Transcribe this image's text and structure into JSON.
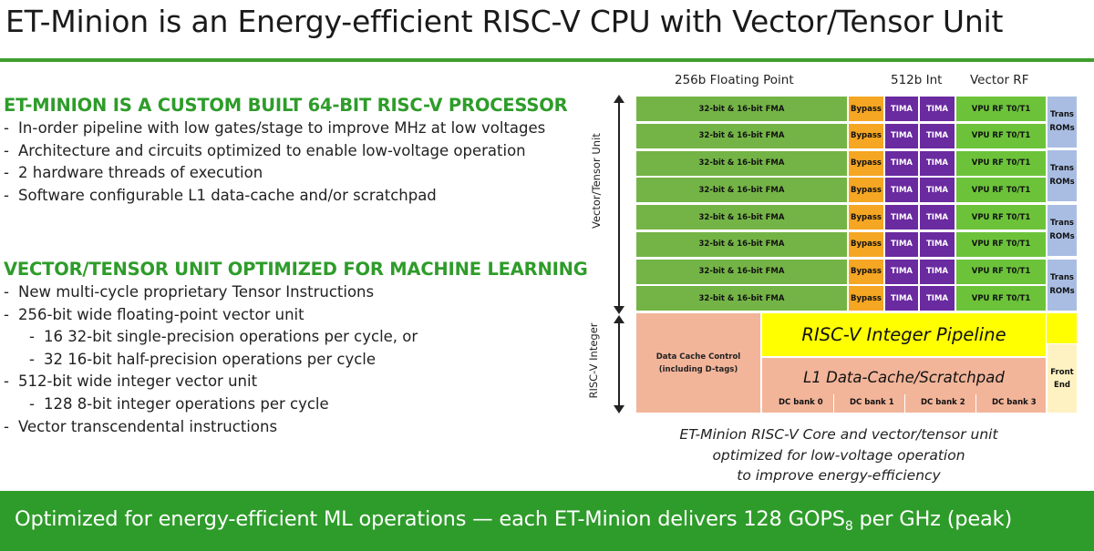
{
  "title": "ET-Minion is an Energy-efficient RISC-V CPU with Vector/Tensor Unit",
  "section1": {
    "heading": "ET-MINION IS A CUSTOM BUILT 64-BIT RISC-V PROCESSOR",
    "items": [
      "In-order pipeline with low gates/stage to improve MHz at low voltages",
      "Architecture and circuits optimized to enable low-voltage operation",
      "2 hardware threads of execution",
      "Software configurable L1 data-cache and/or scratchpad"
    ]
  },
  "section2": {
    "heading": "VECTOR/TENSOR UNIT OPTIMIZED FOR MACHINE LEARNING",
    "items": [
      {
        "text": "New multi-cycle proprietary Tensor Instructions",
        "level": 0
      },
      {
        "text": "256-bit wide floating-point vector unit",
        "level": 0
      },
      {
        "text": "16 32-bit single-precision operations per cycle, or",
        "level": 1
      },
      {
        "text": "32 16-bit half-precision operations per cycle",
        "level": 1
      },
      {
        "text": "512-bit wide integer vector unit",
        "level": 0
      },
      {
        "text": "128 8-bit integer operations per cycle",
        "level": 1
      },
      {
        "text": "Vector transcendental instructions",
        "level": 0
      }
    ]
  },
  "diagram": {
    "col_heads": {
      "fp": "256b Floating Point",
      "int": "512b Int",
      "rf": "Vector RF"
    },
    "side_labels": {
      "vector": "Vector/Tensor Unit",
      "integer": "RISC-V Integer"
    },
    "row_cells": {
      "fma": "32-bit & 16-bit FMA",
      "bypass": "Bypass",
      "tima": "TIMA",
      "vpu": "VPU RF T0/T1"
    },
    "row_count": 8,
    "trans": {
      "line1": "Trans",
      "line2": "ROMs"
    },
    "dcc": {
      "line1": "Data Cache Control",
      "line2": "(including D-tags)"
    },
    "pipeline": "RISC-V Integer Pipeline",
    "l1": "L1 Data-Cache/Scratchpad",
    "banks": [
      "DC bank 0",
      "DC bank 1",
      "DC bank 2",
      "DC bank 3"
    ],
    "front_end": {
      "line1": "Front",
      "line2": "End"
    },
    "colors": {
      "fma": "#74b446",
      "bypass": "#f5a623",
      "tima": "#6a2aa0",
      "vpu": "#6cc33a",
      "trans": "#a9bde3",
      "pipeline": "#ffff00",
      "cache": "#f2b59a",
      "front_end": "#fff2c2"
    }
  },
  "caption": [
    "ET-Minion RISC-V Core and vector/tensor unit",
    "optimized for low-voltage operation",
    "to improve energy-efficiency"
  ],
  "footer": {
    "text_main": "Optimized for energy-efficient ML operations — each ET-Minion delivers 128 GOPS",
    "subscript": "8",
    "text_tail": " per GHz (peak)",
    "color": "#2e9c2a"
  }
}
